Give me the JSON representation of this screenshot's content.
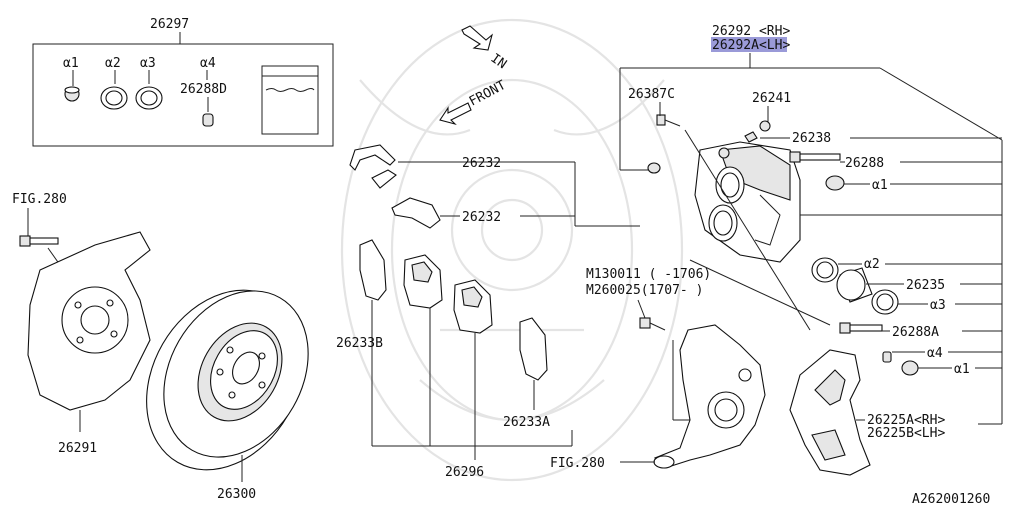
{
  "diagram": {
    "kit": {
      "number": "26297",
      "items": [
        "α1",
        "α2",
        "α3",
        "α4"
      ],
      "sub_part": "26288D"
    },
    "direction_in": "IN",
    "direction_front": "FRONT",
    "caliper_header": {
      "rh": "26292 <RH>",
      "lh": "26292A<LH>"
    },
    "labels": {
      "p26387C": "26387C",
      "p26241": "26241",
      "p26238": "26238",
      "p26288": "26288",
      "a1_top": "α1",
      "a2": "α2",
      "p26235": "26235",
      "a3": "α3",
      "m130011": "M130011 ( -1706)",
      "m260025": "M260025(1707- )",
      "p26288A": "26288A",
      "a4": "α4",
      "a1_bottom": "α1",
      "p26225A": "26225A<RH>",
      "p26225B": "26225B<LH>",
      "fig280_knuckle": "FIG.280",
      "fig280_left": "FIG.280",
      "p26291": "26291",
      "p26300": "26300",
      "p26232_top": "26232",
      "p26232_mid": "26232",
      "p26233B": "26233B",
      "p26233A": "26233A",
      "p26296": "26296",
      "diagram_id": "A262001260"
    }
  }
}
